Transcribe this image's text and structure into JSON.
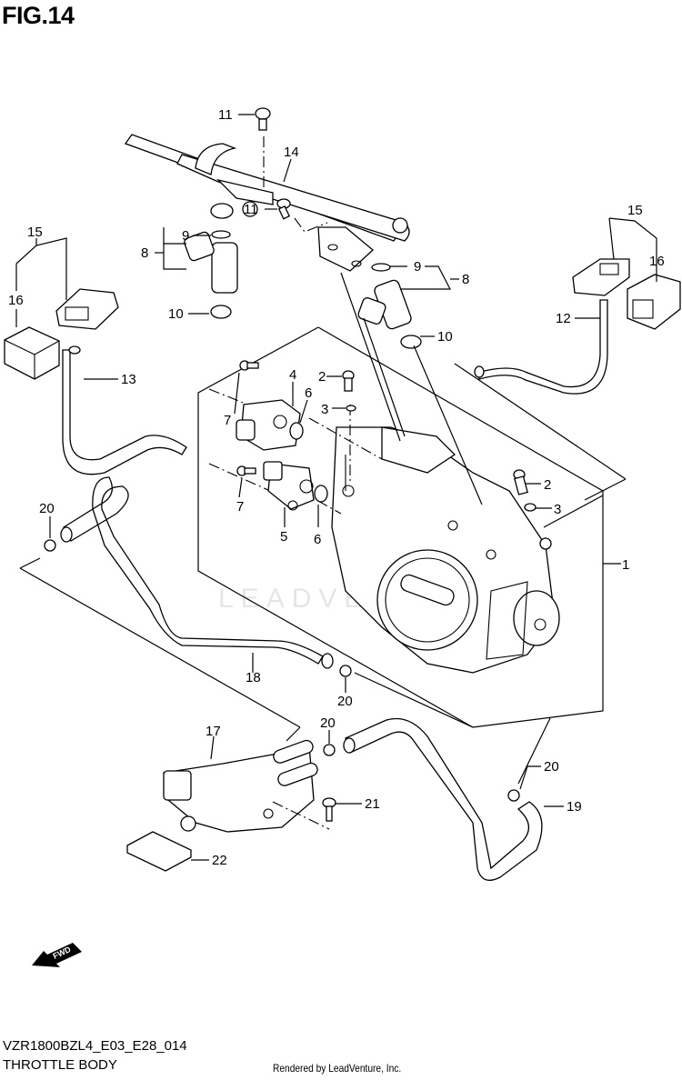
{
  "figure": {
    "title": "FIG.14",
    "model_code": "VZR1800BZL4_E03_E28_014",
    "section_title": "THROTTLE BODY",
    "rendered_by": "Rendered by LeadVenture, Inc.",
    "watermark": "LEADVENTURE",
    "fwd_arrow_label": "FWD"
  },
  "callouts": [
    {
      "id": "c1",
      "text": "1"
    },
    {
      "id": "c2a",
      "text": "2"
    },
    {
      "id": "c2b",
      "text": "2"
    },
    {
      "id": "c3a",
      "text": "3"
    },
    {
      "id": "c3b",
      "text": "3"
    },
    {
      "id": "c4",
      "text": "4"
    },
    {
      "id": "c5",
      "text": "5"
    },
    {
      "id": "c6a",
      "text": "6"
    },
    {
      "id": "c6b",
      "text": "6"
    },
    {
      "id": "c7a",
      "text": "7"
    },
    {
      "id": "c7b",
      "text": "7"
    },
    {
      "id": "c8a",
      "text": "8"
    },
    {
      "id": "c8b",
      "text": "8"
    },
    {
      "id": "c9a",
      "text": "9"
    },
    {
      "id": "c9b",
      "text": "9"
    },
    {
      "id": "c10a",
      "text": "10"
    },
    {
      "id": "c10b",
      "text": "10"
    },
    {
      "id": "c11a",
      "text": "11"
    },
    {
      "id": "c11b",
      "text": "11"
    },
    {
      "id": "c12",
      "text": "12"
    },
    {
      "id": "c13",
      "text": "13"
    },
    {
      "id": "c14",
      "text": "14"
    },
    {
      "id": "c15a",
      "text": "15"
    },
    {
      "id": "c15b",
      "text": "15"
    },
    {
      "id": "c16a",
      "text": "16"
    },
    {
      "id": "c16b",
      "text": "16"
    },
    {
      "id": "c17",
      "text": "17"
    },
    {
      "id": "c18",
      "text": "18"
    },
    {
      "id": "c19",
      "text": "19"
    },
    {
      "id": "c20a",
      "text": "20"
    },
    {
      "id": "c20b",
      "text": "20"
    },
    {
      "id": "c20c",
      "text": "20"
    },
    {
      "id": "c20d",
      "text": "20"
    },
    {
      "id": "c21",
      "text": "21"
    },
    {
      "id": "c22",
      "text": "22"
    }
  ]
}
